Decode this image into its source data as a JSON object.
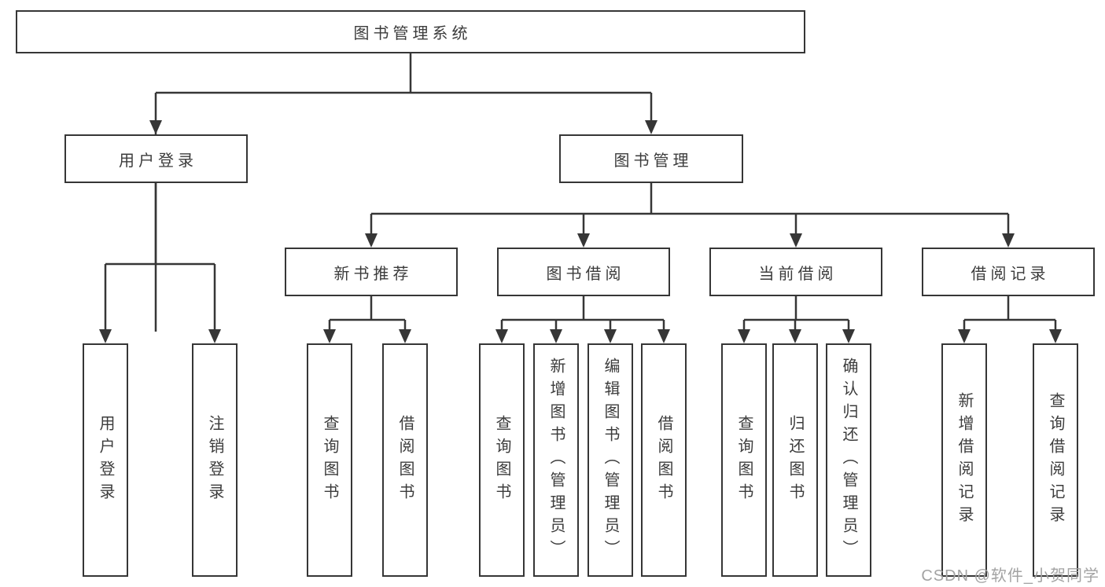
{
  "diagram": {
    "root": "图书管理系统",
    "branches": [
      "用户登录",
      "图书管理"
    ],
    "modules": [
      "新书推荐",
      "图书借阅",
      "当前借阅",
      "借阅记录"
    ],
    "leaves": [
      "用户登录",
      "注销登录",
      "查询图书",
      "借阅图书",
      "查询图书",
      "新增图书（管理员）",
      "编辑图书（管理员）",
      "借阅图书",
      "查询图书",
      "归还图书",
      "确认归还（管理员）",
      "新增借阅记录",
      "查询借阅记录"
    ]
  },
  "watermark": "CSDN @软件_小贺同学",
  "colors": {
    "line": "#363636",
    "text": "#3c3c3c",
    "watermark": "#a3a3a3",
    "background": "#ffffff"
  }
}
